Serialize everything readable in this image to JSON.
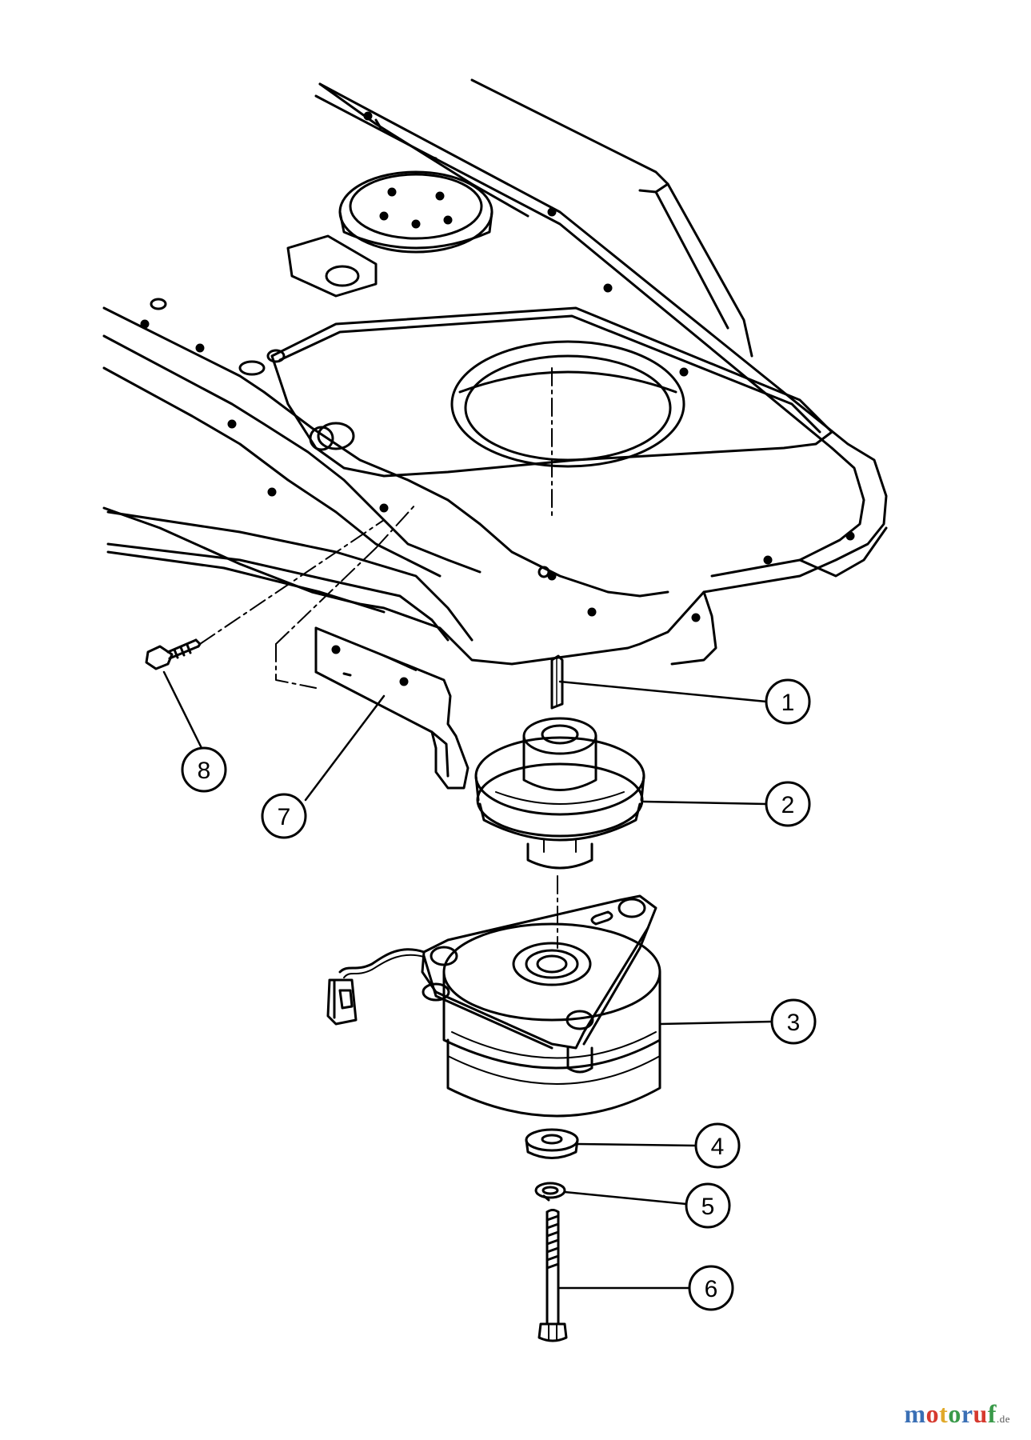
{
  "callouts": [
    {
      "id": "1",
      "label": "1"
    },
    {
      "id": "2",
      "label": "2"
    },
    {
      "id": "3",
      "label": "3"
    },
    {
      "id": "4",
      "label": "4"
    },
    {
      "id": "5",
      "label": "5"
    },
    {
      "id": "6",
      "label": "6"
    },
    {
      "id": "7",
      "label": "7"
    },
    {
      "id": "8",
      "label": "8"
    }
  ],
  "watermark": {
    "letters": [
      "m",
      "o",
      "t",
      "o",
      "r",
      "u",
      "f"
    ],
    "colors": [
      "#3a6fb5",
      "#d63a2f",
      "#e0a92a",
      "#3a9a4a",
      "#3a6fb5",
      "#d63a2f",
      "#3a9a4a"
    ],
    "suffix": ".de"
  }
}
